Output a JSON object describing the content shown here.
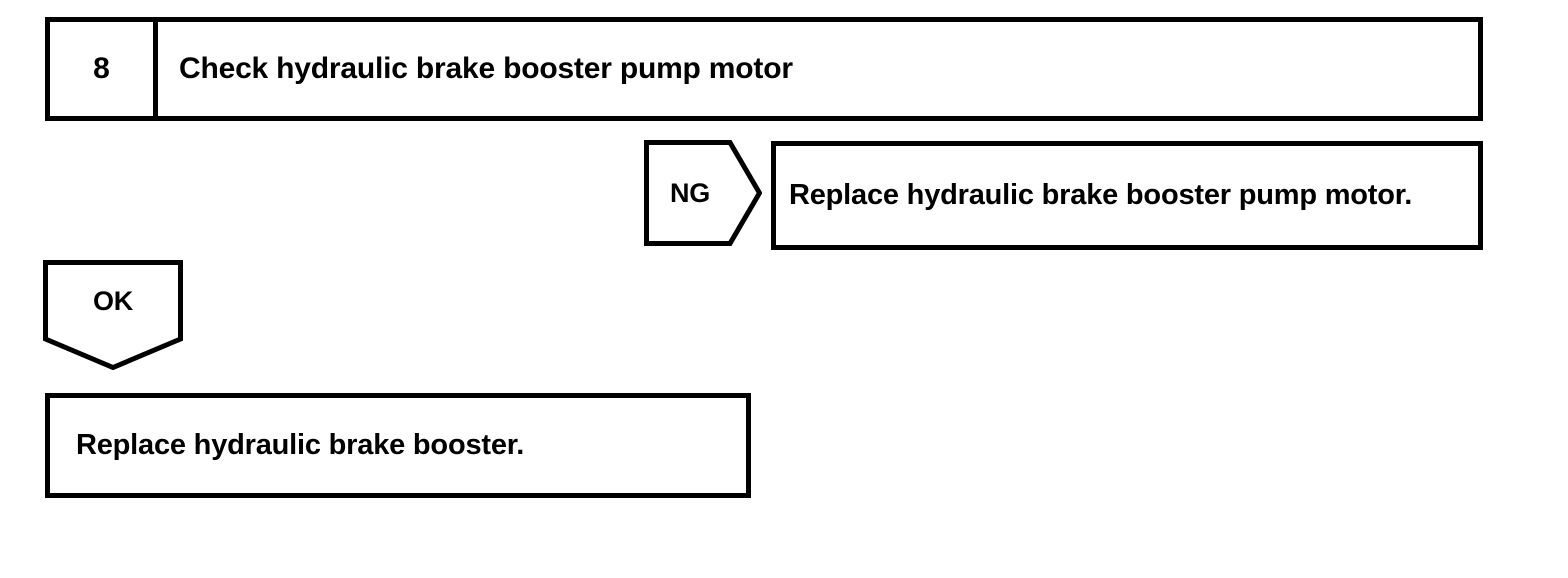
{
  "diagram": {
    "type": "troubleshooting-flowchart",
    "stroke_color": "#000000",
    "background_color": "#ffffff",
    "text_color": "#000000"
  },
  "step": {
    "number": "8",
    "instruction": "Check hydraulic brake booster pump motor"
  },
  "branches": [
    {
      "label": "NG",
      "direction": "right",
      "result": "Replace hydraulic brake booster pump motor."
    },
    {
      "label": "OK",
      "direction": "down",
      "result": "Replace hydraulic brake booster."
    }
  ],
  "ng_branch": {
    "label": "NG",
    "result": "Replace hydraulic brake booster pump motor."
  },
  "ok_branch": {
    "label": "OK",
    "result": "Replace hydraulic brake booster."
  }
}
